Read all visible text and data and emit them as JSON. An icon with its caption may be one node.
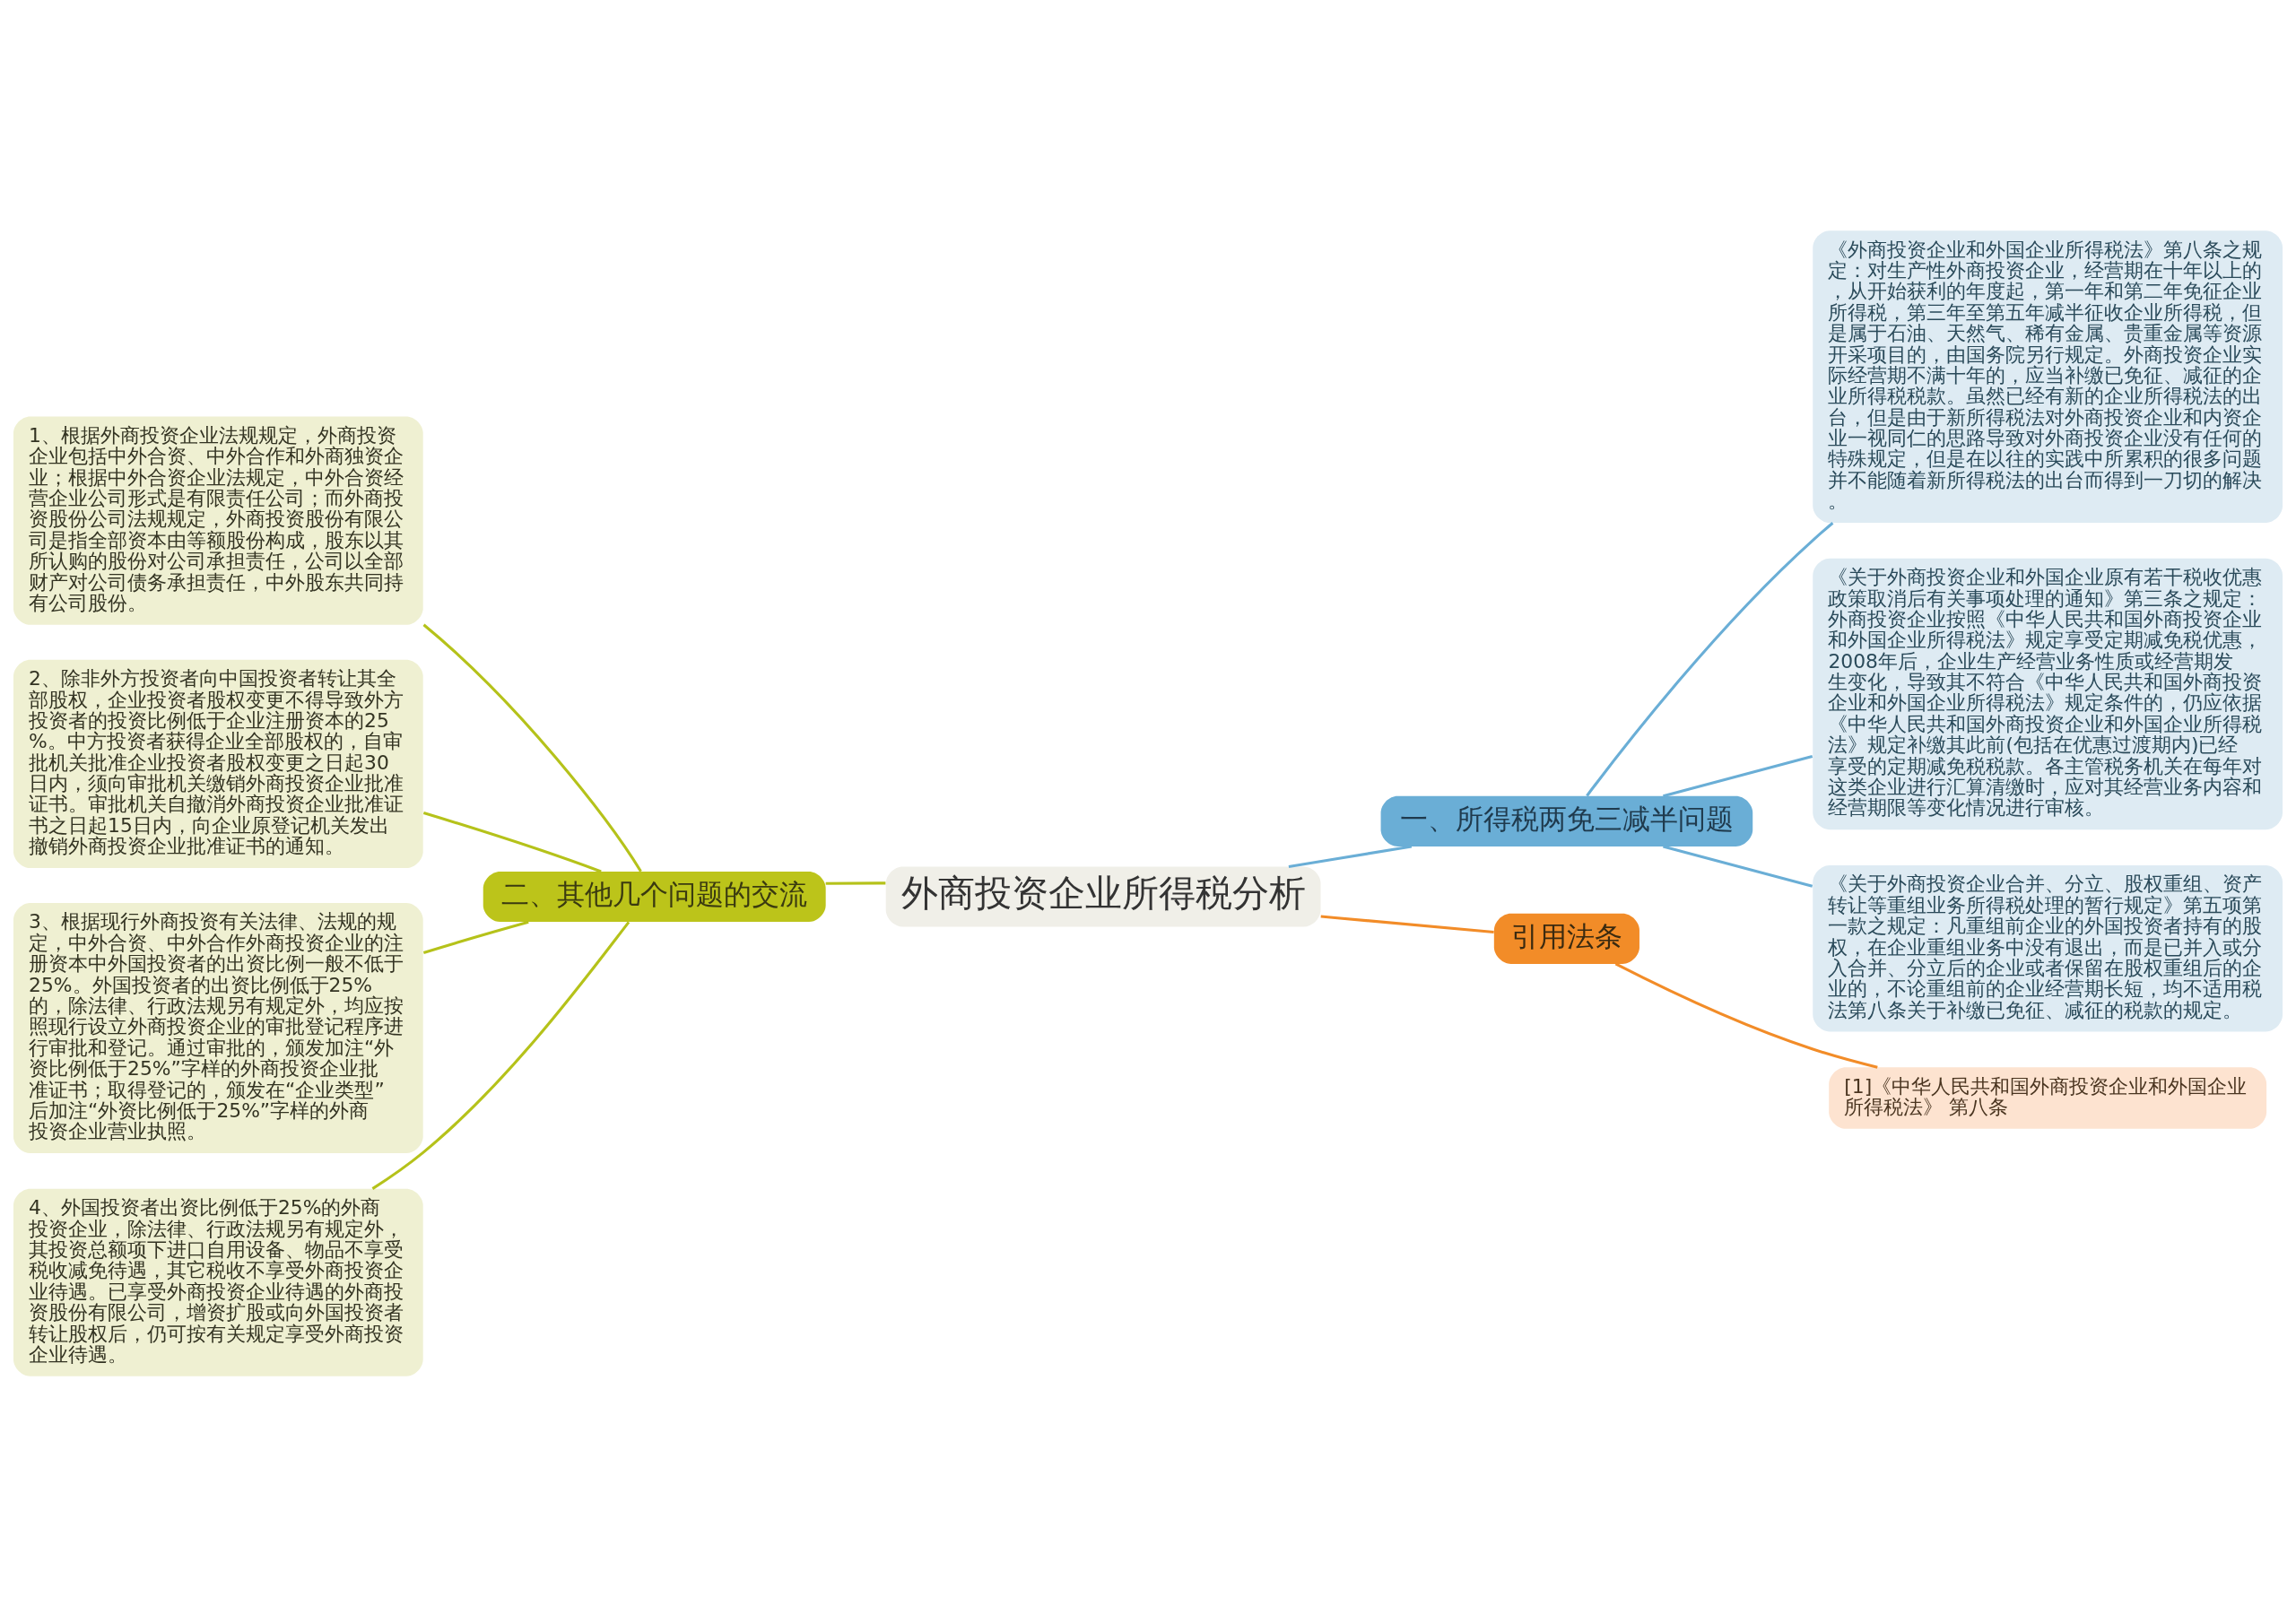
{
  "diagram": {
    "nodes": [
      {
        "text": [
          "外商投资企业所得税分析"
        ]
      },
      {
        "text": [
          "一、所得税两免三减半问题"
        ]
      },
      {
        "text": [
          "《外商投资企业和外国企业所得税法》第八条之规定：对生产性外商投资企业，经营期在十年以上的，从开始获利的年度起，第一年和第二年免征企业所得税，第三年至第五年减半征收企业所得税，但是属于石油、天然气、稀有金属、贵重金属等资源开采项目的，由国务院另行规定。外商投资企业实际经营期不满十年的，应当补缴已免征、减征的企业所得税税款。虽然已经有新的企业所得税法的出台，但是由于新所得税法对外商投资企业和内资企业一视同仁的思路导致对外商投资企业没有任何的特殊规定，但是在以往的实践中所累积的很多问题并不能随着新所得税法的出台而得到一刀切的解决。"
        ]
      },
      {
        "text": [
          "《关于外商投资企业和外国企业原有若干税收优惠政策取消后有关事项处理的通知》第三条之规定：外商投资企业按照《中华人民共和国外商投资企业和外国企业所得税法》规定享受定期减免税优惠，2008年后，企业生产经营业务性质或经营期发生变化，导致其不符合《中华人民共和国外商投资企业和外国企业所得税法》规定条件的，仍应依据《中华人民共和国外商投资企业和外国企业所得税法》规定补缴其此前(包括在优惠过渡期内)已经享受的定期减免税税款。各主管税务机关在每年对这类企业进行汇算清缴时，应对其经营业务内容和经营期限等变化情况进行审核。"
        ]
      },
      {
        "text": [
          "《关于外商投资企业合并、分立、股权重组、资产转让等重组业务所得税处理的暂行规定》第五项第一款之规定：凡重组前企业的外国投资者持有的股权，在企业重组业务中没有退出，而是已并入或分入合并、分立后的企业或者保留在股权重组后的企业的，不论重组前的企业经营期长短，均不适用税法第八条关于补缴已免征、减征的税款的规定。"
        ]
      },
      {
        "text": [
          "引用法条"
        ]
      },
      {
        "text": [
          "[1]《中华人民共和国外商投资企业和外国企业所得税法》 第八条"
        ]
      },
      {
        "text": [
          "二、其他几个问题的交流"
        ]
      },
      {
        "text": [
          "1、根据外商投资企业法规规定，外商投资企业包括中外合资、中外合作和外商独资企业；根据中外合资企业法规定，中外合资经营企业公司形式是有限责任公司；而外商投资股份公司法规规定，外商投资股份有限公司是指全部资本由等额股份构成，股东以其所认购的股份对公司承担责任，公司以全部财产对公司债务承担责任，中外股东共同持有公司股份。"
        ]
      },
      {
        "text": [
          "2、除非外方投资者向中国投资者转让其全部股权，企业投资者股权变更不得导致外方投资者的投资比例低于企业注册资本的25%。中方投资者获得企业全部股权的，自审批机关批准企业投资者股权变更之日起30日内，须向审批机关缴销外商投资企业批准证书。审批机关自撤消外商投资企业批准证书之日起15日内，向企业原登记机关发出撤销外商投资企业批准证书的通知。"
        ]
      },
      {
        "text": [
          "3、根据现行外商投资有关法律、法规的规定，中外合资、中外合作外商投资企业的注册资本中外国投资者的出资比例一般不低于25%。外国投资者的出资比例低于25%的，除法律、行政法规另有规定外，均应按照现行设立外商投资企业的审批登记程序进行审批和登记。通过审批的，颁发加注“外资比例低于25%”字样的外商投资企业批准证书；取得登记的，颁发在“企业类型”后加注“外资比例低于25%”字样的外商投资企业营业执照。"
        ]
      },
      {
        "text": [
          "4、外国投资者出资比例低于25%的外商投资企业，除法律、行政法规另有规定外，其投资总额项下进口自用设备、物品不享受税收减免待遇，其它税收不享受外商投资企业待遇。已享受外商投资企业待遇的外商投资股份有限公司，增资扩股或向外国投资者转让股权后，仍可按有关规定享受外商投资企业待遇。"
        ]
      }
    ],
    "edges": [
      {
        "from": 0,
        "to": 1,
        "arrow": "none",
        "color": "#6aaed6"
      },
      {
        "from": 1,
        "to": 2,
        "arrow": "none",
        "color": "#6aaed6"
      },
      {
        "from": 1,
        "to": 3,
        "arrow": "none",
        "color": "#6aaed6"
      },
      {
        "from": 1,
        "to": 4,
        "arrow": "none",
        "color": "#6aaed6"
      },
      {
        "from": 0,
        "to": 5,
        "arrow": "none",
        "color": "#f28c28"
      },
      {
        "from": 5,
        "to": 6,
        "arrow": "none",
        "color": "#f28c28"
      },
      {
        "from": 0,
        "to": 7,
        "arrow": "none",
        "color": "#b5c21a"
      },
      {
        "from": 7,
        "to": 8,
        "arrow": "none",
        "color": "#b5c21a"
      },
      {
        "from": 7,
        "to": 9,
        "arrow": "none",
        "color": "#b5c21a"
      },
      {
        "from": 7,
        "to": 10,
        "arrow": "none",
        "color": "#b5c21a"
      },
      {
        "from": 7,
        "to": 11,
        "arrow": "none",
        "color": "#b5c21a"
      }
    ]
  }
}
